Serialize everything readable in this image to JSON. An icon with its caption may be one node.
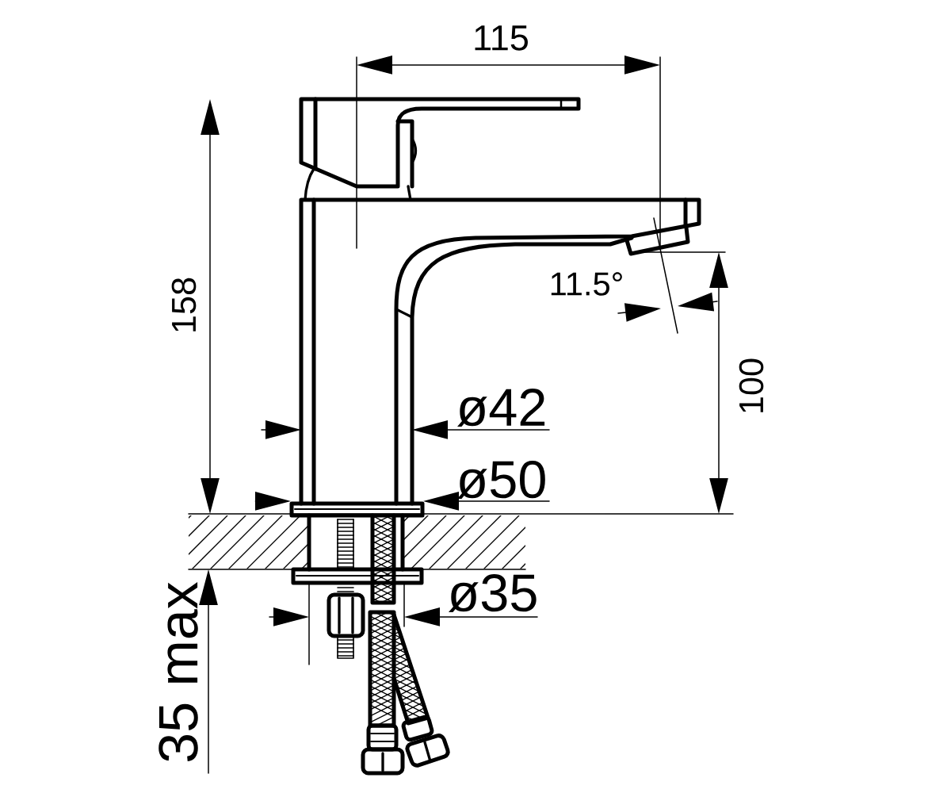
{
  "diagram": {
    "labels": [
      "115",
      "158",
      "11.5°",
      "100",
      "ø42",
      "ø50",
      "ø35",
      "35 max"
    ]
  }
}
